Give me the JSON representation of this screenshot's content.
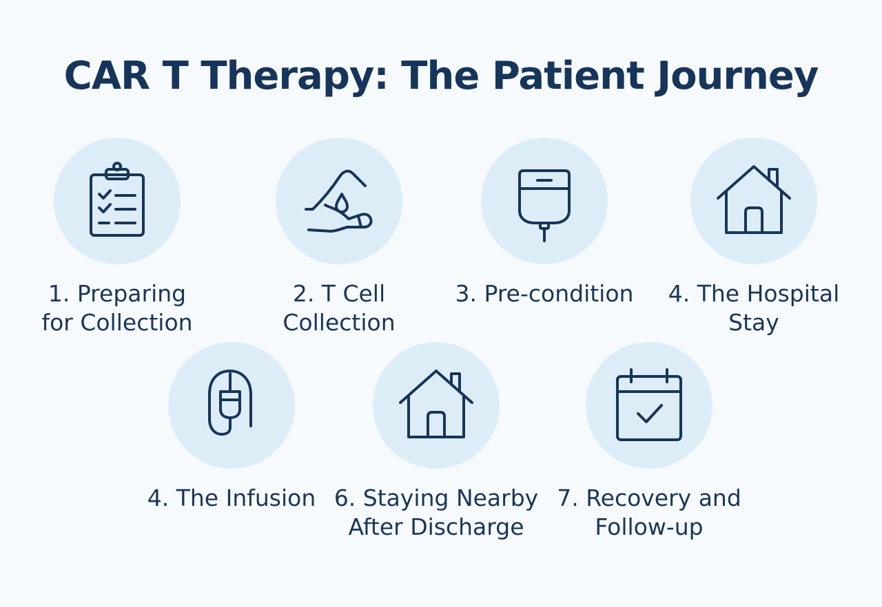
{
  "title": "CAR T Therapy: The Patient Journey",
  "colors": {
    "background": "#f6fafd",
    "circle": "#ddedf7",
    "ink": "#17355a"
  },
  "steps": [
    {
      "icon": "clipboard-checklist-icon",
      "line1": "1. Preparing",
      "line2": "for Collection"
    },
    {
      "icon": "hand-blood-drop-icon",
      "line1": "2. T Cell",
      "line2": "Collection"
    },
    {
      "icon": "iv-bag-icon",
      "line1": "3. Pre-condition",
      "line2": ""
    },
    {
      "icon": "house-icon",
      "line1": "4. The Hospital",
      "line2": "Stay"
    },
    {
      "icon": "infusion-bag-icon",
      "line1": "4. The Infusion",
      "line2": ""
    },
    {
      "icon": "house-icon",
      "line1": "6. Staying Nearby",
      "line2": "After Discharge"
    },
    {
      "icon": "calendar-check-icon",
      "line1": "7. Recovery and",
      "line2": "Follow-up"
    }
  ]
}
